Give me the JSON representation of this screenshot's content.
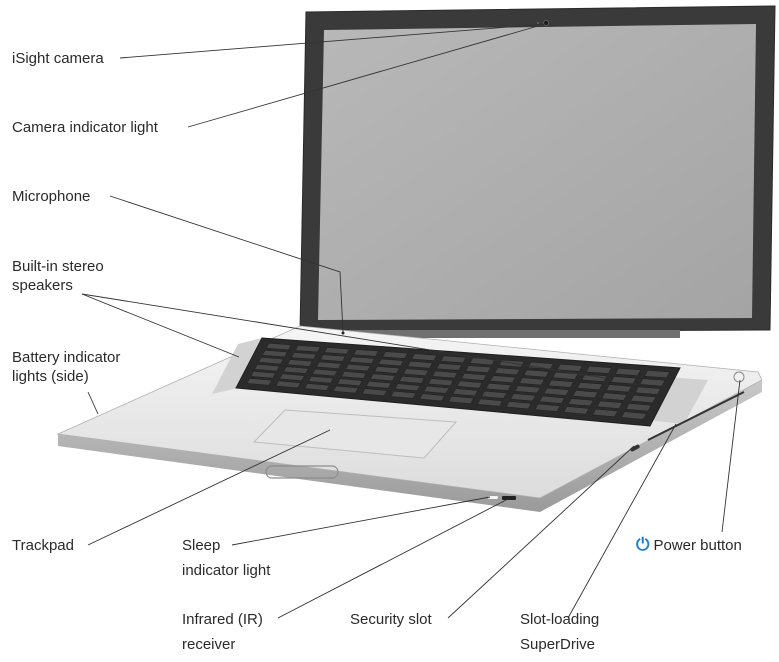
{
  "labels": {
    "isight_camera": "iSight camera",
    "camera_indicator_light": "Camera indicator light",
    "microphone": "Microphone",
    "builtin_speakers_line1": "Built-in stereo",
    "builtin_speakers_line2": "speakers",
    "battery_line1": "Battery indicator",
    "battery_line2": "lights (side)",
    "trackpad": "Trackpad",
    "sleep_line1": "Sleep",
    "sleep_line2": "indicator light",
    "infrared_line1": "Infrared (IR)",
    "infrared_line2": "receiver",
    "security_slot": "Security slot",
    "superdrive_line1": "Slot-loading",
    "superdrive_line2": "SuperDrive",
    "power_button": "Power button"
  },
  "icons": {
    "power": "power-icon"
  },
  "colors": {
    "accent": "#1a7fd0",
    "text": "#2a2a2a"
  }
}
